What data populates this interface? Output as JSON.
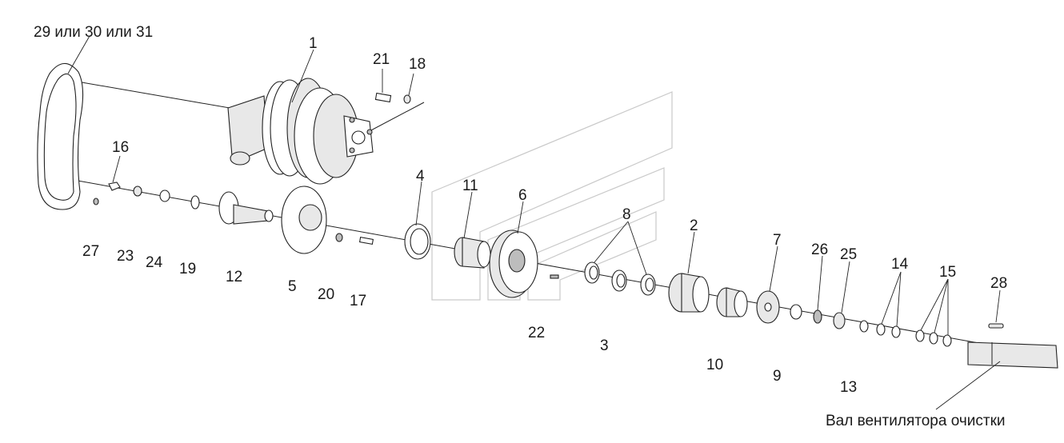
{
  "caption": "Вал вентилятора очистки",
  "belt_label": "29 или 30 или 31",
  "callouts": {
    "c1": "1",
    "c2": "2",
    "c3": "3",
    "c4": "4",
    "c5": "5",
    "c6": "6",
    "c7": "7",
    "c8": "8",
    "c9": "9",
    "c10": "10",
    "c11": "11",
    "c12": "12",
    "c13": "13",
    "c14": "14",
    "c15": "15",
    "c16": "16",
    "c17": "17",
    "c18": "18",
    "c19": "19",
    "c20": "20",
    "c21": "21",
    "c22": "22",
    "c23": "23",
    "c24": "24",
    "c25": "25",
    "c26": "26",
    "c27": "27",
    "c28": "28"
  }
}
